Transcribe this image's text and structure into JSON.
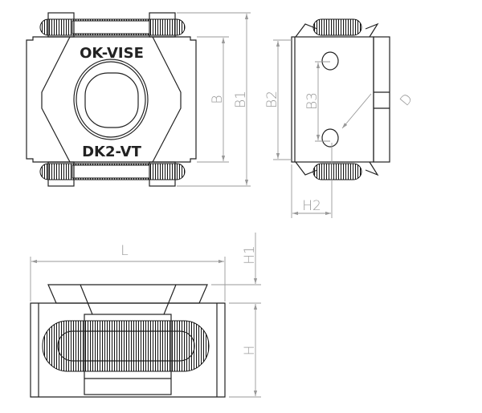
{
  "markings": {
    "top": "OK-VISE",
    "bottom": "DK2-VT"
  },
  "dimensions": {
    "B": "B",
    "B1": "B1",
    "B2": "B2",
    "B3": "B3",
    "D": "D",
    "H2": "H2",
    "L": "L",
    "H1": "H1",
    "H": "H"
  }
}
